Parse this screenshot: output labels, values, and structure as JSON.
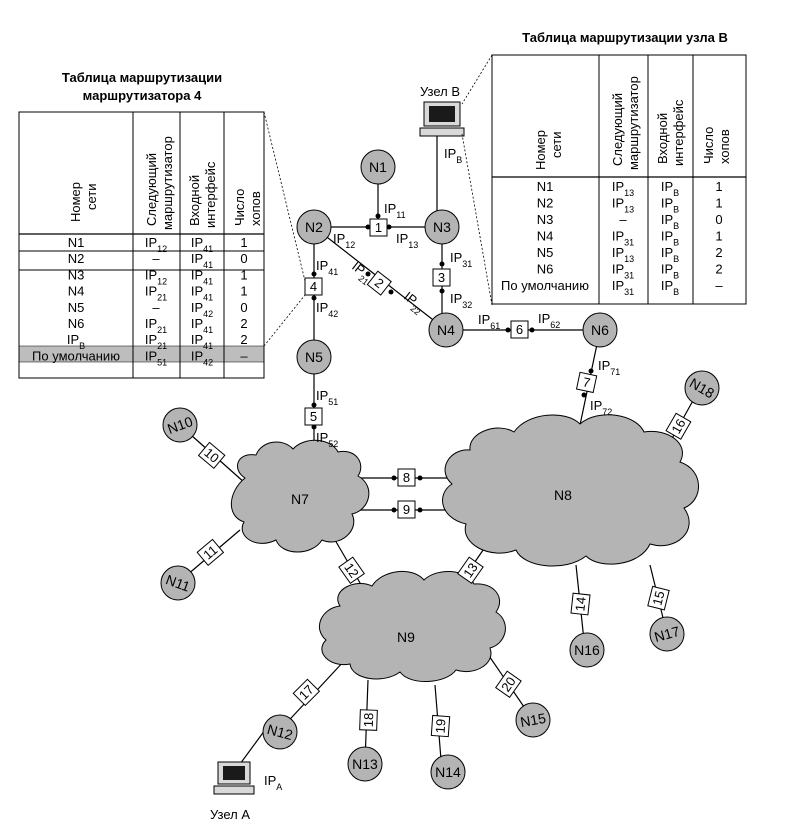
{
  "table_r4": {
    "title_line1": "Таблица маршрутизации",
    "title_line2": "маршрутизатора 4",
    "headers": {
      "col1_line1": "Номер",
      "col1_line2": "сети",
      "col2_line1": "Следующий",
      "col2_line2": "маршрутизатор",
      "col3_line1": "Входной",
      "col3_line2": "интерфейс",
      "col4_line1": "Число",
      "col4_line2": "хопов"
    },
    "rows": [
      {
        "net": "N1",
        "next": "IP12",
        "iface": "IP41",
        "hops": "1"
      },
      {
        "net": "N2",
        "next": "–",
        "iface": "IP41",
        "hops": "0"
      },
      {
        "net": "N3",
        "next": "IP12",
        "iface": "IP41",
        "hops": "1"
      },
      {
        "net": "N4",
        "next": "IP21",
        "iface": "IP41",
        "hops": "1"
      },
      {
        "net": "N5",
        "next": "–",
        "iface": "IP42",
        "hops": "0"
      },
      {
        "net": "N6",
        "next": "IP21",
        "iface": "IP41",
        "hops": "2"
      },
      {
        "net": "IPВ",
        "next": "IP21",
        "iface": "IP41",
        "hops": "2"
      },
      {
        "net": "По умолчанию",
        "next": "IP51",
        "iface": "IP42",
        "hops": "–"
      }
    ],
    "highlight_color": "#bdbdbd"
  },
  "table_b": {
    "title": "Таблица маршрутизации узла В",
    "headers": {
      "col1_line1": "Номер",
      "col1_line2": "сети",
      "col2_line1": "Следующий",
      "col2_line2": "маршрутизатор",
      "col3_line1": "Входной",
      "col3_line2": "интерфейс",
      "col4_line1": "Число",
      "col4_line2": "хопов"
    },
    "rows": [
      {
        "net": "N1",
        "next": "IP13",
        "iface": "IPВ",
        "hops": "1"
      },
      {
        "net": "N2",
        "next": "IP13",
        "iface": "IPВ",
        "hops": "1"
      },
      {
        "net": "N3",
        "next": "–",
        "iface": "IPВ",
        "hops": "0"
      },
      {
        "net": "N4",
        "next": "IP31",
        "iface": "IPВ",
        "hops": "1"
      },
      {
        "net": "N5",
        "next": "IP13",
        "iface": "IPВ",
        "hops": "2"
      },
      {
        "net": "N6",
        "next": "IP31",
        "iface": "IPВ",
        "hops": "2"
      },
      {
        "net": "По умолчанию",
        "next": "IP31",
        "iface": "IPВ",
        "hops": "–"
      }
    ]
  },
  "nodes": {
    "n1": "N1",
    "n2": "N2",
    "n3": "N3",
    "n4": "N4",
    "n5": "N5",
    "n6": "N6",
    "n7": "N7",
    "n8": "N8",
    "n9": "N9",
    "n10": "N10",
    "n11": "N11",
    "n12": "N12",
    "n13": "N13",
    "n14": "N14",
    "n15": "N15",
    "n16": "N16",
    "n17": "N17",
    "n18": "N18"
  },
  "routers": {
    "r1": "1",
    "r2": "2",
    "r3": "3",
    "r4": "4",
    "r5": "5",
    "r6": "6",
    "r7": "7",
    "r8": "8",
    "r9": "9",
    "r10": "10",
    "r11": "11",
    "r12": "12",
    "r13": "13",
    "r14": "14",
    "r15": "15",
    "r16": "16",
    "r17": "17",
    "r18": "18",
    "r19": "19",
    "r20": "20"
  },
  "interfaces": {
    "ip11": "IP11",
    "ip12": "IP12",
    "ip13": "IP13",
    "ip21": "IP21",
    "ip22": "IP22",
    "ip31": "IP31",
    "ip32": "IP32",
    "ip41": "IP41",
    "ip42": "IP42",
    "ip51": "IP51",
    "ip52": "IP52",
    "ip61": "IP61",
    "ip62": "IP62",
    "ip71": "IP71",
    "ip72": "IP72",
    "ipa": "IPA",
    "ipb": "IPВ"
  },
  "hosts": {
    "host_b": "Узел В",
    "host_a": "Узел А"
  },
  "colors": {
    "node_fill": "#b4b4b4",
    "cloud_fill": "#b4b4b4",
    "highlight": "#bdbdbd"
  }
}
